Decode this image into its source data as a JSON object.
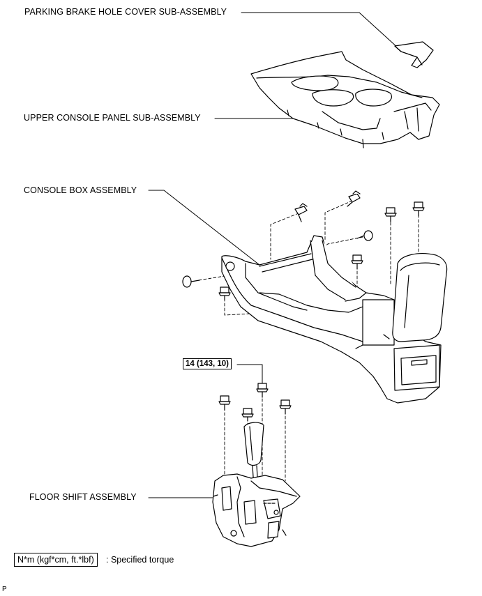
{
  "labels": {
    "parking_brake": "PARKING BRAKE HOLE COVER SUB-ASSEMBLY",
    "upper_console": "UPPER CONSOLE PANEL SUB-ASSEMBLY",
    "console_box": "CONSOLE BOX ASSEMBLY",
    "floor_shift": "FLOOR SHIFT ASSEMBLY"
  },
  "torque": {
    "value": "14 (143, 10)"
  },
  "legend": {
    "units": "N*m (kgf*cm, ft.*lbf)",
    "description": ": Specified torque"
  },
  "corner_mark": "P"
}
